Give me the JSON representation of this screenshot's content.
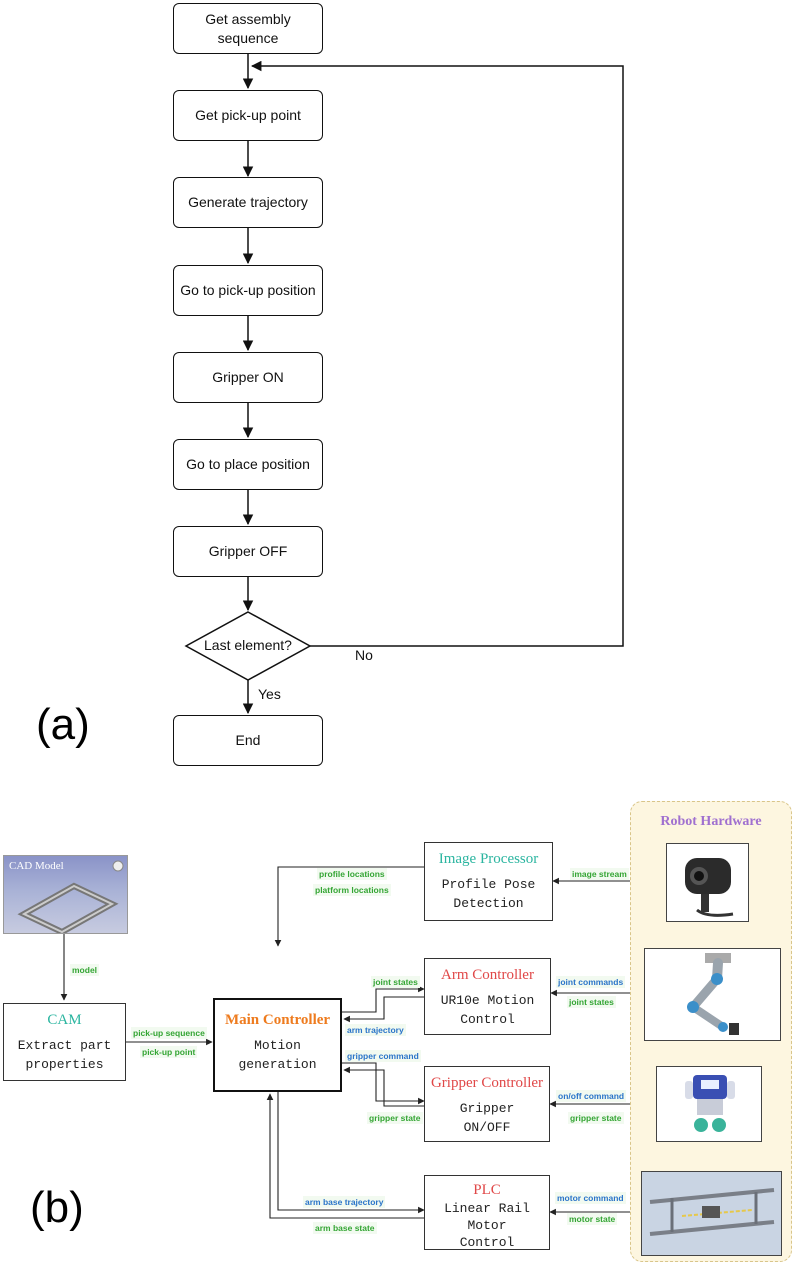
{
  "panel_a": {
    "label": "(a)",
    "steps": [
      "Get assembly\nsequence",
      "Get pick-up point",
      "Generate trajectory",
      "Go to pick-up position",
      "Gripper ON",
      "Go to place position",
      "Gripper OFF"
    ],
    "decision": "Last element?",
    "no_label": "No",
    "yes_label": "Yes",
    "end": "End"
  },
  "panel_b": {
    "label": "(b)",
    "cad_model": "CAD Model",
    "cam": {
      "title": "CAM",
      "sub": "Extract part\nproperties"
    },
    "main": {
      "title": "Main Controller",
      "sub": "Motion\ngeneration"
    },
    "image_processor": {
      "title": "Image Processor",
      "sub": "Profile Pose\nDetection"
    },
    "arm": {
      "title": "Arm Controller",
      "sub": "UR10e Motion\nControl"
    },
    "gripper": {
      "title": "Gripper Controller",
      "sub": "Gripper\nON/OFF"
    },
    "plc": {
      "title": "PLC",
      "sub": "Linear Rail\nMotor\nControl"
    },
    "robot_hardware": "Robot Hardware",
    "labels": {
      "model": "model",
      "pick_up_sequence": "pick-up sequence",
      "pick_up_point": "pick-up point",
      "profile_locations": "profile locations",
      "platform_locations": "platform locations",
      "image_stream": "image stream",
      "joint_states_left": "joint states",
      "arm_trajectory": "arm trajectory",
      "joint_commands": "joint commands",
      "joint_states_right": "joint states",
      "gripper_command": "gripper command",
      "gripper_state_left": "gripper state",
      "on_off_command": "on/off command",
      "gripper_state_right": "gripper state",
      "arm_base_trajectory": "arm base trajectory",
      "arm_base_state": "arm base state",
      "motor_command": "motor command",
      "motor_state": "motor state"
    },
    "colors": {
      "green_label": "#34a534",
      "blue_label": "#2a74c9",
      "main_title": "#ee7b1e",
      "red_title": "#e04848",
      "teal_title": "#2bb5a0",
      "hardware_title": "#a070d0",
      "hardware_bg": "#fdf6e0"
    }
  }
}
